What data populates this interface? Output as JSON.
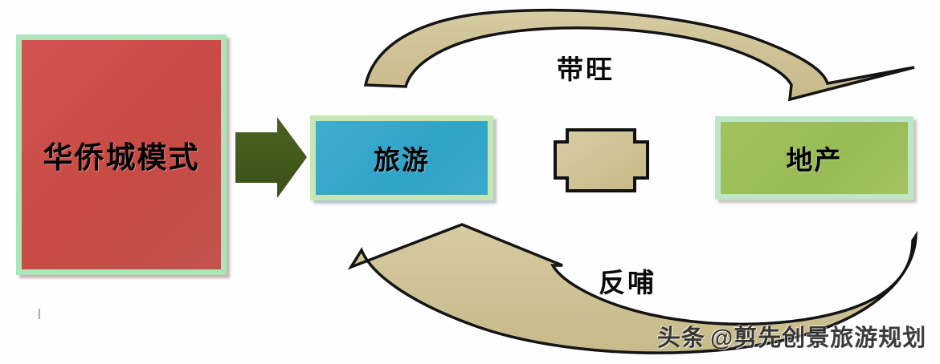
{
  "diagram": {
    "title_concept": "华侨城模式",
    "nodes": [
      {
        "id": "model",
        "label": "华侨城模式",
        "color": "#c74a45",
        "border": "#a9e6b9",
        "role": "source-model"
      },
      {
        "id": "tourism",
        "label": "旅游",
        "color": "#2fa3c8",
        "border": "#c6e7b4",
        "role": "driver"
      },
      {
        "id": "realestate",
        "label": "地产",
        "color": "#98bb55",
        "border": "#bfe6c4",
        "role": "receiver"
      }
    ],
    "connectors": [
      {
        "id": "straight-arrow",
        "from": "model",
        "to": "tourism",
        "label": "",
        "color": "#41591c",
        "shape": "block-arrow-right"
      },
      {
        "id": "top-arc",
        "from": "tourism",
        "to": "realestate",
        "label": "带旺",
        "color": "#cfc396",
        "shape": "curved-arrow-clockwise"
      },
      {
        "id": "bottom-arc",
        "from": "realestate",
        "to": "tourism",
        "label": "反哺",
        "color": "#cfc396",
        "shape": "curved-arrow-counterclockwise"
      }
    ],
    "center_marker": {
      "id": "center-cross",
      "shape": "cross",
      "color": "#cfc396",
      "outline": "#1a1a1a"
    }
  },
  "watermark": {
    "brand": "头条",
    "handle": "@剪先创景旅游规划"
  },
  "palette": {
    "arc_fill": "#cfc396",
    "arc_stroke": "#141414",
    "arrow_green": "#41591c",
    "background": "#fefefe"
  }
}
